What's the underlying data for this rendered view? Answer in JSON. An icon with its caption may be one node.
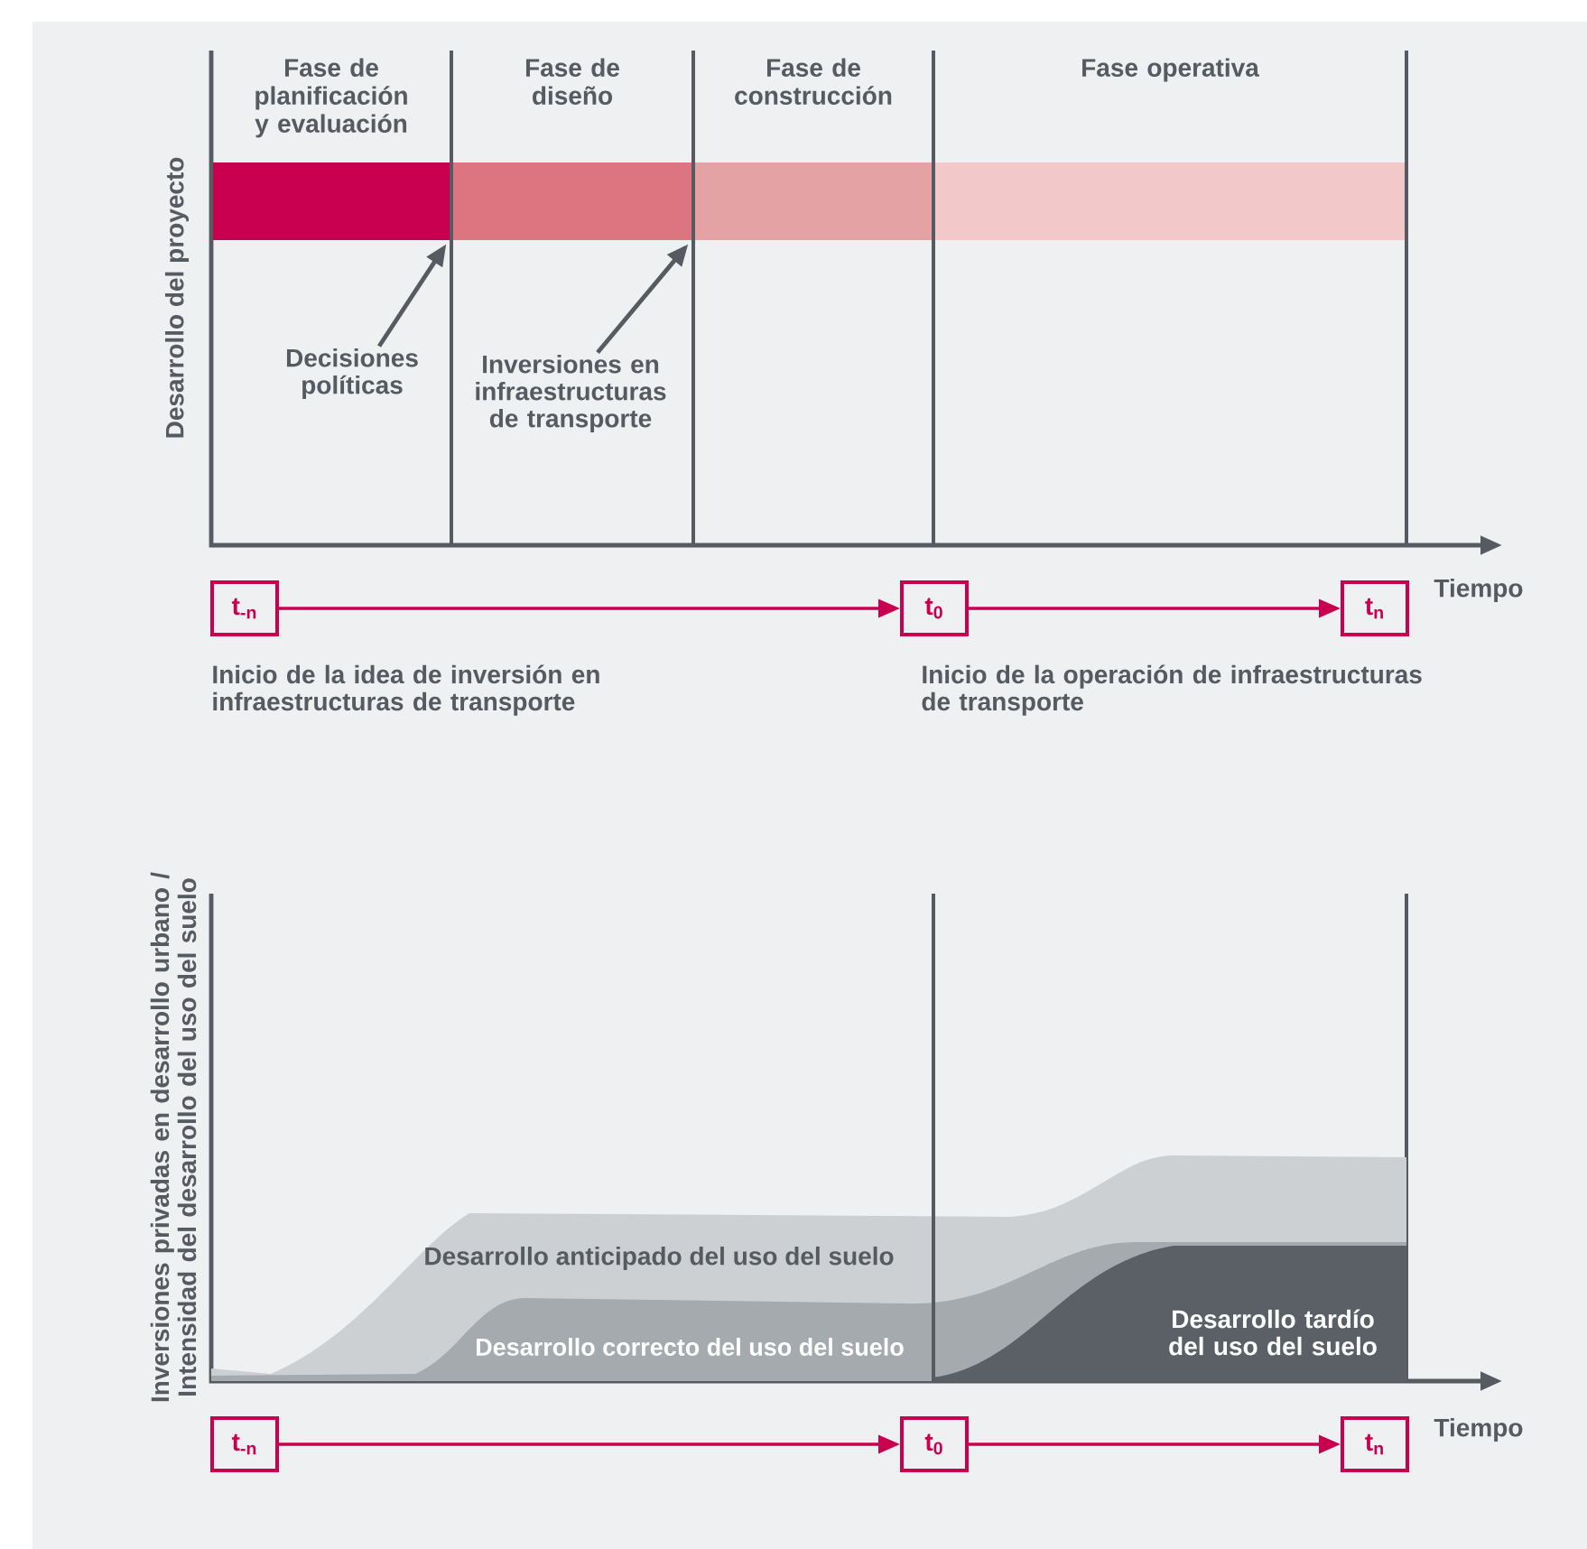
{
  "diagram": {
    "nodes": [
      {
        "text": [
          "Fase de planificación y evaluación"
        ]
      },
      {
        "text": [
          "Fase de diseño"
        ]
      },
      {
        "text": [
          "Fase de construcción"
        ]
      },
      {
        "text": [
          "Fase operativa"
        ]
      },
      {
        "text": [
          "Decisiones políticas"
        ]
      },
      {
        "text": [
          "Inversiones en infraestructuras de transporte"
        ]
      },
      {
        "text": [
          "t$_{-n}$"
        ]
      },
      {
        "text": [
          "t$_{0}$"
        ]
      },
      {
        "text": [
          "t$_{n}$"
        ]
      },
      {
        "text": [
          "t$_{-n}$"
        ]
      },
      {
        "text": [
          "t$_{0}$"
        ]
      },
      {
        "text": [
          "t$_{n}$"
        ]
      },
      {
        "text": [
          "Desarrollo anticipado del uso del suelo"
        ]
      },
      {
        "text": [
          "Desarrollo correcto del uso del suelo"
        ],
        "in": 12
      },
      {
        "text": [
          "Desarrollo tardío del uso del suelo"
        ],
        "in": 13
      }
    ],
    "edges": [
      {
        "from": 4,
        "to": 0,
        "arrow": "to",
        "color": "#555b61"
      },
      {
        "from": 5,
        "to": 1,
        "arrow": "to",
        "color": "#555b61"
      },
      {
        "from": 6,
        "to": 7,
        "arrow": "to"
      },
      {
        "from": 7,
        "to": 8,
        "arrow": "to"
      },
      {
        "from": 9,
        "to": 10,
        "arrow": "to"
      },
      {
        "from": 10,
        "to": 11,
        "arrow": "to"
      }
    ],
    "labels": [
      "Desarrollo del proyecto",
      "Tiempo",
      "Inicio de la idea de inversión en infraestructuras de transporte",
      "Inicio de la operación de infraestructuras de transporte",
      "Inversiones privadas en desarrollo urbano / Intensidad del desarrollo del uso del suelo",
      "Tiempo"
    ]
  }
}
